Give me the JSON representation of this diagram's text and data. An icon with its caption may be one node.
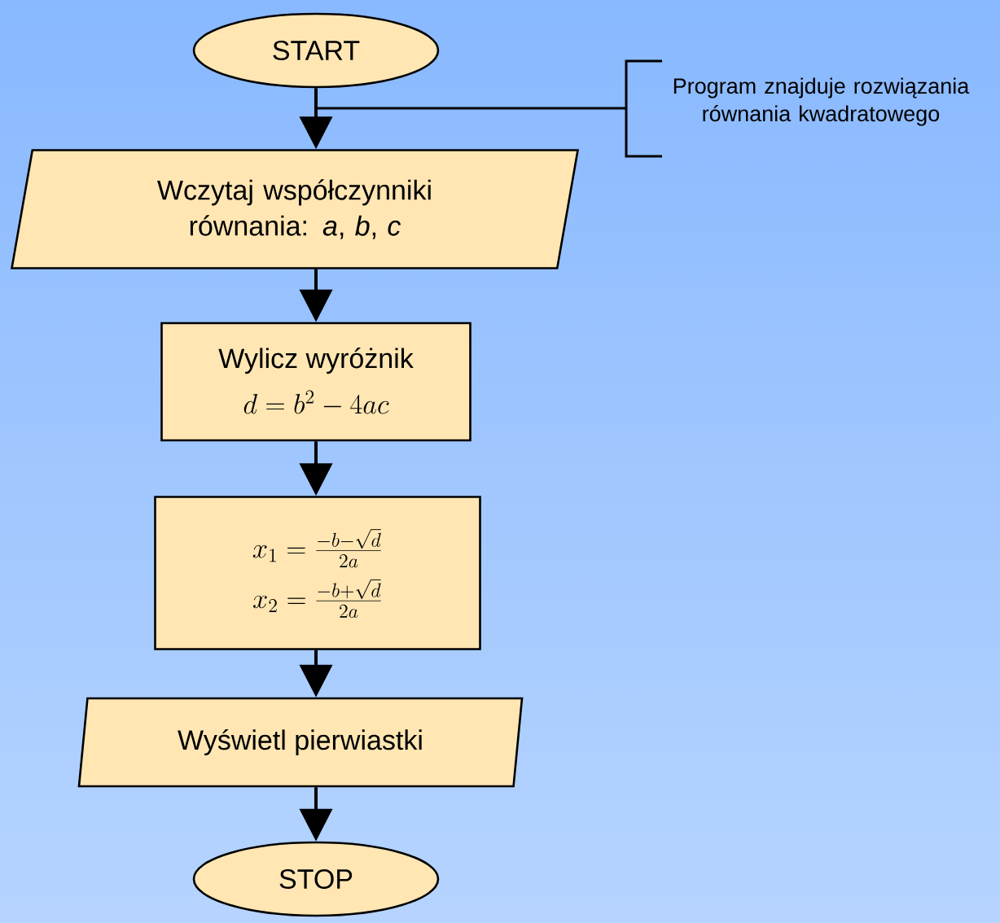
{
  "diagram": {
    "nodes": [
      {
        "text": [
          "START"
        ]
      },
      {
        "text": [
          "Wczytaj współczynniki równania: *a*, *b*, *c*"
        ]
      },
      {
        "text": [
          "Wylicz wyróżnik",
          "d = b^2 - 4ac"
        ]
      },
      {
        "text": [
          "x_1 = \\frac{-b-\\sqrt{d}}{2a}",
          "x_2 = \\frac{-b+\\sqrt{d}}{2a}"
        ]
      },
      {
        "text": [
          "Wyświetl pierwiastki"
        ]
      },
      {
        "text": [
          "STOP"
        ]
      },
      {
        "text": [
          "Program znajduje rozwiązania równania kwadratowego"
        ]
      }
    ],
    "edges": [
      {
        "from": 0,
        "to": 1,
        "arrow": "to"
      },
      {
        "from": 1,
        "to": 2,
        "arrow": "to"
      },
      {
        "from": 2,
        "to": 3,
        "arrow": "to"
      },
      {
        "from": 3,
        "to": 4,
        "arrow": "to"
      },
      {
        "from": 4,
        "to": 5,
        "arrow": "to"
      },
      {
        "from": 6,
        "to": null,
        "arrow": "none"
      }
    ]
  }
}
